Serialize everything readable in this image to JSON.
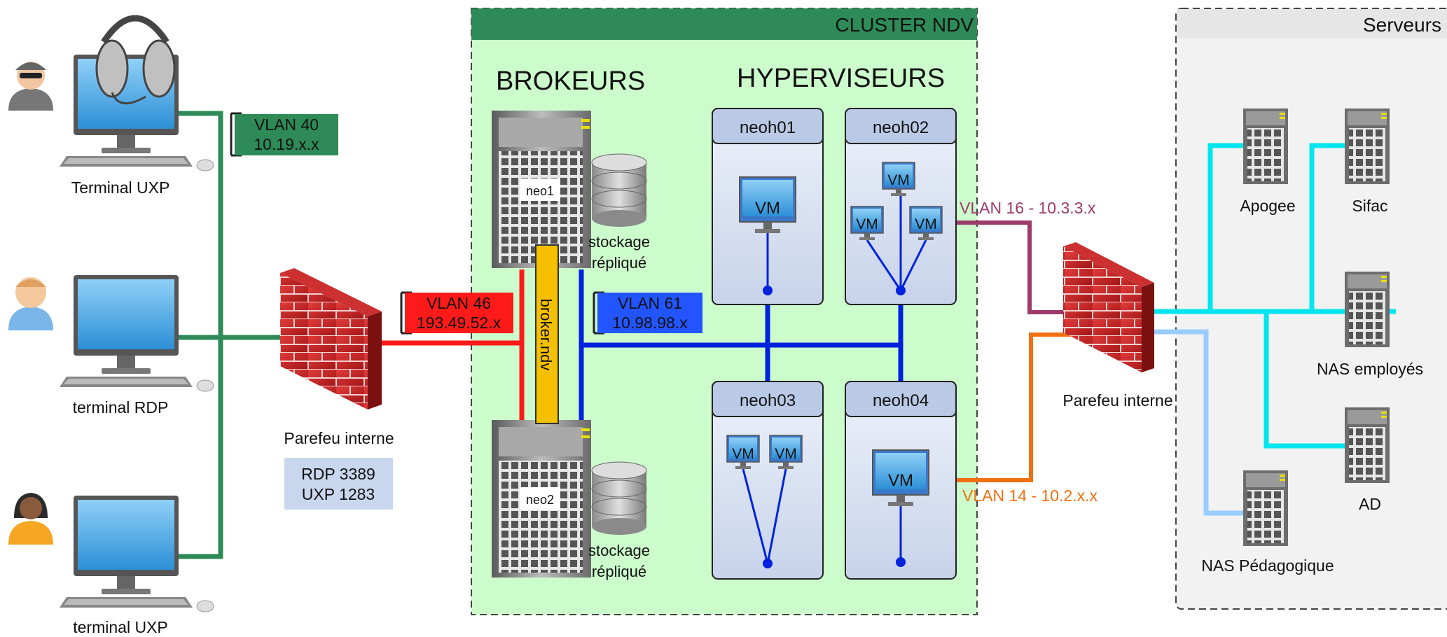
{
  "cluster": {
    "title": "CLUSTER NDV",
    "brokers_heading": "BROKEURS",
    "hypervisors_heading": "HYPERVISEURS",
    "broker_link_label": "broker.ndv"
  },
  "servers_panel": {
    "title": "Serveurs"
  },
  "terminals": [
    {
      "label": "Terminal UXP"
    },
    {
      "label": "terminal RDP"
    },
    {
      "label": "terminal UXP"
    }
  ],
  "firewall_left": {
    "label": "Parefeu interne",
    "ports": [
      "RDP 3389",
      "UXP 1283"
    ]
  },
  "firewall_right": {
    "label": "Parefeu interne"
  },
  "vlans": {
    "v40": {
      "name": "VLAN 40",
      "subnet": "10.19.x.x",
      "color": "#2e8b57"
    },
    "v46": {
      "name": "VLAN 46",
      "subnet": "193.49.52.x",
      "color": "#ff1a1a"
    },
    "v61": {
      "name": "VLAN 61",
      "subnet": "10.98.98.x",
      "color": "#2255ff"
    },
    "v16": {
      "label": "VLAN 16 - 10.3.3.x",
      "color": "#9c3a6b"
    },
    "v14": {
      "label": "VLAN 14 - 10.2.x.x",
      "color": "#f07010"
    }
  },
  "brokers": [
    {
      "name": "neo1",
      "storage": [
        "stockage",
        "répliqué"
      ]
    },
    {
      "name": "neo2",
      "storage": [
        "stockage",
        "répliqué"
      ]
    }
  ],
  "hypervisors": [
    {
      "name": "neoh01",
      "vms": [
        "VM"
      ]
    },
    {
      "name": "neoh02",
      "vms": [
        "VM",
        "VM",
        "VM"
      ]
    },
    {
      "name": "neoh03",
      "vms": [
        "VM",
        "VM"
      ]
    },
    {
      "name": "neoh04",
      "vms": [
        "VM"
      ]
    }
  ],
  "servers": [
    {
      "name": "Apogee"
    },
    {
      "name": "Sifac"
    },
    {
      "name": "NAS employés"
    },
    {
      "name": "AD"
    },
    {
      "name": "NAS Pédagogique"
    }
  ],
  "colors": {
    "cluster_bg": "#ccfccc",
    "cluster_header": "#2e8b57",
    "servers_bg": "#f2f2f2",
    "cyan": "#00e5ee",
    "light_blue": "#99ccff"
  }
}
